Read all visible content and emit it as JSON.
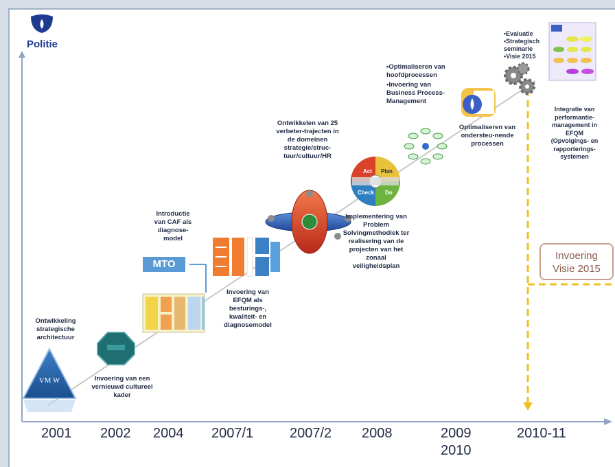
{
  "logo": {
    "name": "Politie"
  },
  "milestones": {
    "y2001": "Ontwikkeling strategische architectuur",
    "y2002": "Invoering van een vernieuwd cultureel kader",
    "y2004": "Introductie van CAF als diagnose-model",
    "y2007_1": "Invoering van EFQM als besturings-, kwaliteit- en diagnosemodel",
    "y2007_2": "Ontwikkelen van 25 verbeter-trajecten in de domeinen strategie/struc-tuur/cultuur/HR",
    "y2008": "Implementering van Problem Solvingmethodiek ter realisering van de projecten van het zonaal veiligheidsplan",
    "y2009_a1": "•Optimaliseren van hoofdprocessen",
    "y2009_a2": "•Invoering van Business Process-Management",
    "y2009_b": "Optimaliseren van ondersteu-nende processen",
    "y2010_list": [
      "•Evaluatie",
      "•Strategisch seminarie",
      "•Visie 2015"
    ],
    "y2010_b": "Integratie van performantie-management in EFQM (Opvolgings- en rapporterings-systemen"
  },
  "labels": {
    "mto": "MTO",
    "triangle": "VM W",
    "pdca": [
      "Act",
      "Plan",
      "Check",
      "Do"
    ],
    "box_line1": "Invoering",
    "box_line2": "Visie 2015"
  },
  "years": [
    "2001",
    "2002",
    "2004",
    "2007/1",
    "2007/2",
    "2008",
    "2009",
    "2010",
    "2010-11"
  ],
  "colors": {
    "axis": "#8fa4c4",
    "dash": "#f0c020",
    "accent": "#1f3b8f",
    "text": "#1f2a44"
  }
}
